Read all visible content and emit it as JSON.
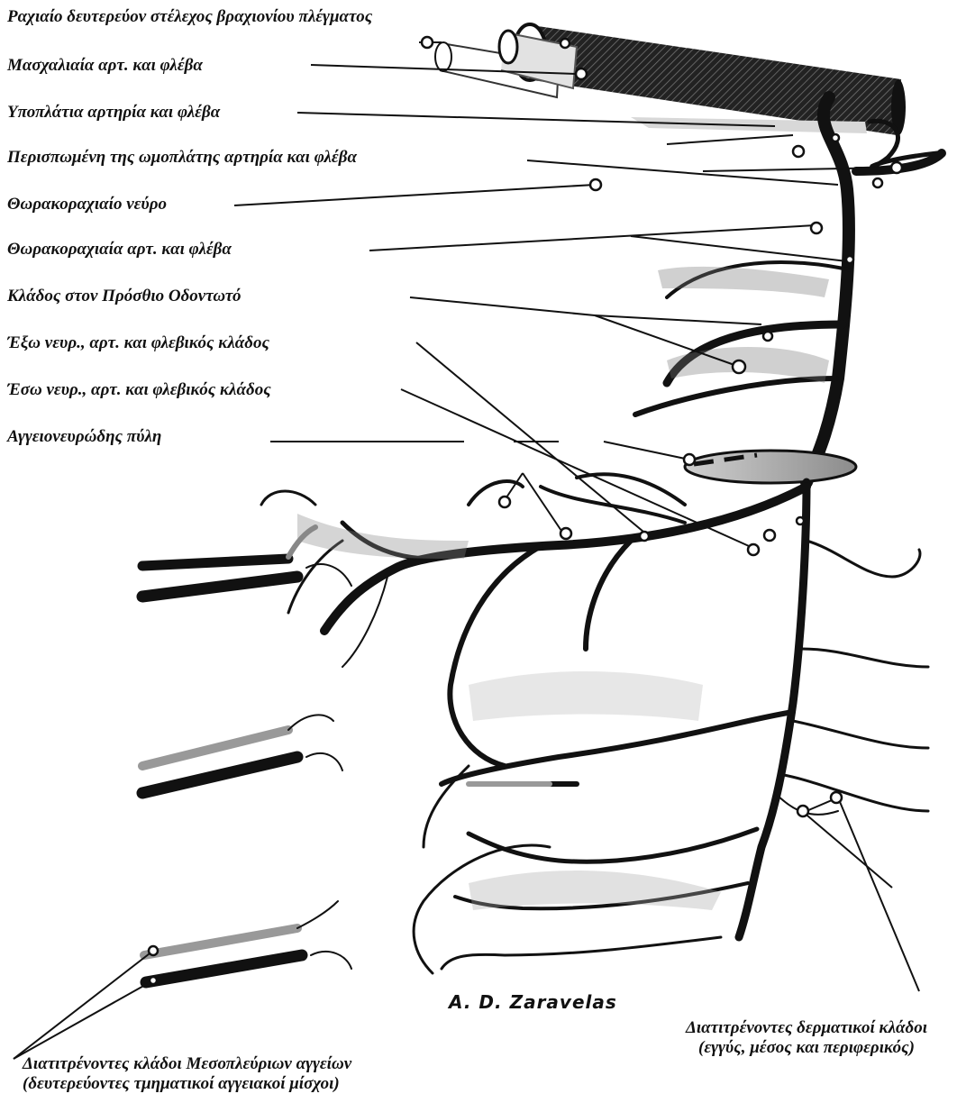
{
  "labels": {
    "brachial_plexus": "Ραχιαίο δευτερεύον στέλεχος βραχιονίου πλέγματος",
    "axillary": "Μασχαλιαία αρτ. και φλέβα",
    "subscapular": "Υποπλάτια αρτηρία και φλέβα",
    "circumflex_scapular": "Περισπωμένη της ωμοπλάτης αρτηρία και φλέβα",
    "thoracodorsal_nerve": "Θωρακοραχιαίο νεύρο",
    "thoracodorsal_vessels": "Θωρακοραχιαία αρτ. και φλέβα",
    "serratus_branch": "Κλάδος στον Πρόσθιο Οδοντωτό",
    "lateral_branch": "Έξω νευρ., αρτ. και φλεβικός κλάδος",
    "medial_branch": "Έσω νευρ., αρτ. και φλεβικός κλάδος",
    "neurovascular_hilum": "Αγγειονευρώδης πύλη"
  },
  "bottom_labels": {
    "cutaneous_line1": "Διατιτρένοντες δερματικοί κλάδοι",
    "cutaneous_line2": "(εγγύς, μέσος και περιφερικός)",
    "intercostal_line1": "Διατιτρένοντες κλάδοι Μεσοπλεύριων αγγείων",
    "intercostal_line2": "(δευτερεύοντες τμηματικοί αγγειακοί μίσχοι)"
  },
  "signature": "A. D. Zaravelas",
  "colors": {
    "ink": "#111111",
    "shade": "#9a9a9a",
    "background": "#ffffff"
  }
}
